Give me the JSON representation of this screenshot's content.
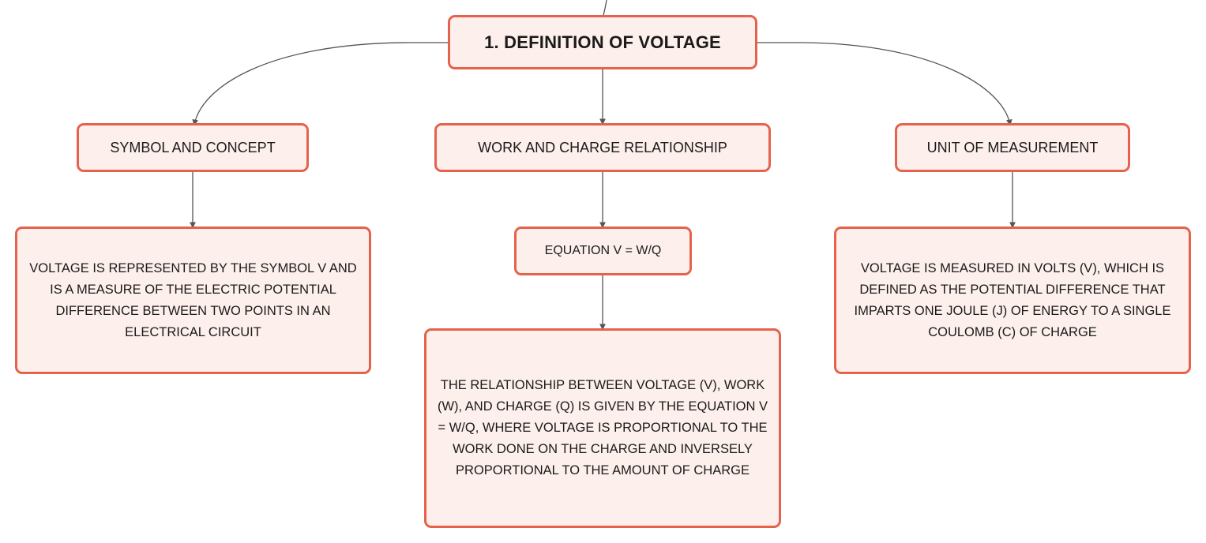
{
  "diagram": {
    "root": {
      "label": "1. DEFINITION OF VOLTAGE"
    },
    "branches": [
      {
        "label": "SYMBOL AND CONCEPT",
        "detail": "VOLTAGE IS REPRESENTED BY THE SYMBOL V AND IS A MEASURE OF THE ELECTRIC POTENTIAL DIFFERENCE BETWEEN TWO POINTS IN AN ELECTRICAL CIRCUIT"
      },
      {
        "label": "WORK AND CHARGE RELATIONSHIP",
        "equation": "EQUATION V = W/Q",
        "detail": "THE RELATIONSHIP BETWEEN VOLTAGE (V), WORK (W), AND CHARGE (Q) IS GIVEN BY THE EQUATION V = W/Q, WHERE VOLTAGE IS PROPORTIONAL TO THE WORK DONE ON THE CHARGE AND INVERSELY PROPORTIONAL TO THE AMOUNT OF CHARGE"
      },
      {
        "label": "UNIT OF MEASUREMENT",
        "detail": "VOLTAGE IS MEASURED IN VOLTS (V), WHICH IS DEFINED AS THE POTENTIAL DIFFERENCE THAT IMPARTS ONE JOULE (J) OF ENERGY TO A SINGLE COULOMB (C) OF CHARGE"
      }
    ],
    "colors": {
      "border": "#e5624c",
      "fill": "#fdf0ec",
      "connector": "#555555"
    }
  }
}
